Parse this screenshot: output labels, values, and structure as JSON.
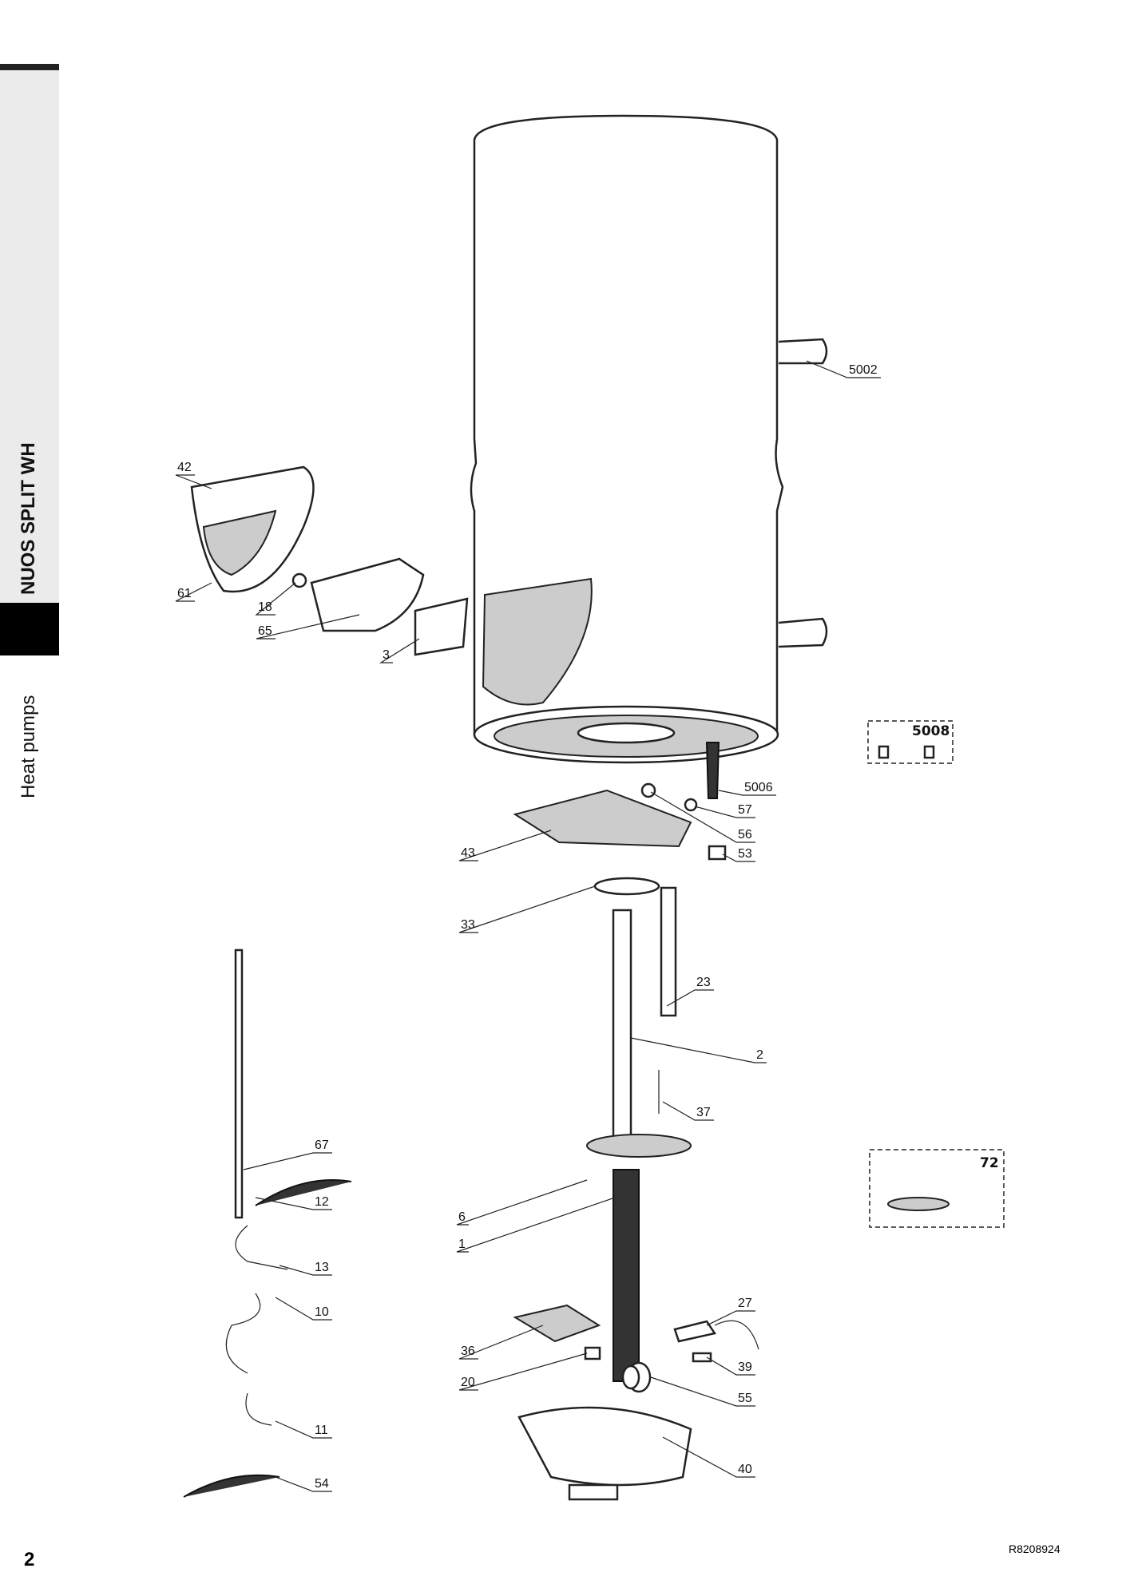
{
  "sidebar": {
    "model": "NUOS SPLIT WH",
    "category": "Heat pumps"
  },
  "footer": {
    "page_number": "2",
    "reference": "R8208924"
  },
  "kits": {
    "fittings_kit": "5008",
    "cable_kit": "72"
  },
  "part_labels": [
    "5002",
    "42",
    "61",
    "18",
    "65",
    "3",
    "5006",
    "57",
    "56",
    "43",
    "53",
    "33",
    "23",
    "2",
    "37",
    "67",
    "12",
    "6",
    "1",
    "13",
    "27",
    "10",
    "36",
    "39",
    "20",
    "55",
    "11",
    "40",
    "54"
  ]
}
